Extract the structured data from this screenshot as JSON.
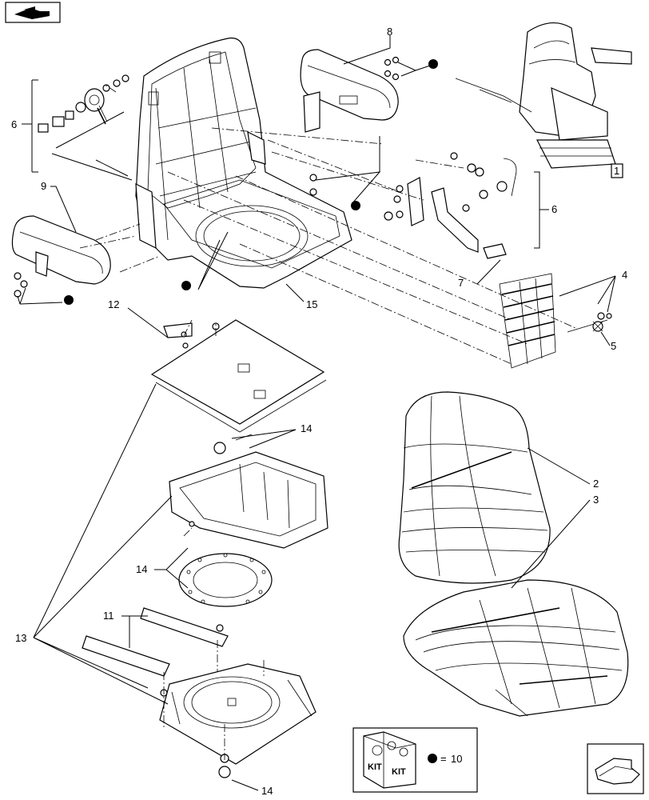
{
  "callouts": {
    "c1": "1",
    "c2": "2",
    "c3": "3",
    "c4": "4",
    "c5": "5",
    "c6_left": "6",
    "c6_right": "6",
    "c7": "7",
    "c8": "8",
    "c9": "9",
    "c11": "11",
    "c12": "12",
    "c13": "13",
    "c14_a": "14",
    "c14_b": "14",
    "c14_c": "14",
    "c15": "15"
  },
  "kit_legend": {
    "kit_text_1": "KIT",
    "kit_text_2": "KIT",
    "equals": "=",
    "kit_number": "10"
  },
  "icons": {
    "top_left": "view-direction-arrow-icon",
    "bottom_right": "next-page-arrow-icon"
  }
}
